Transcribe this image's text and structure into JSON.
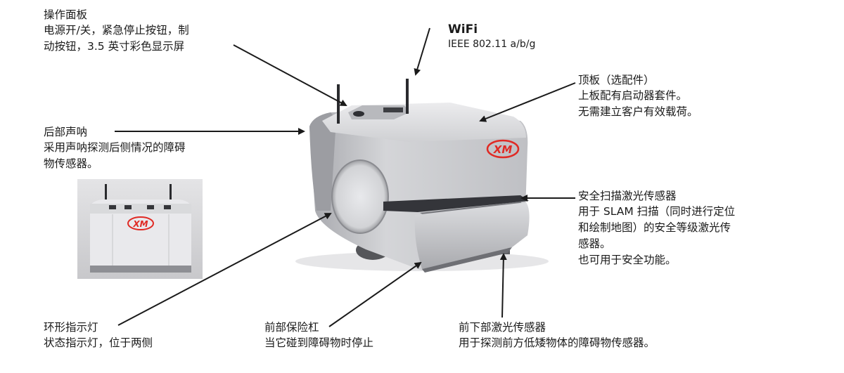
{
  "colors": {
    "text": "#1a1a1a",
    "robot_body": "#c9c9cc",
    "robot_shadow": "#8f9095",
    "logo_red": "#e02a24",
    "background": "#ffffff"
  },
  "callouts": {
    "control_panel": {
      "title": "操作面板",
      "lines": [
        "电源开/关，紧急停止按钮，制",
        "动按钮，3.5 英寸彩色显示屏"
      ]
    },
    "wifi": {
      "title": "WiFi",
      "lines": [
        "IEEE 802.11 a/b/g"
      ]
    },
    "top_plate": {
      "title": "顶板（选配件）",
      "lines": [
        "上板配有启动器套件。",
        "无需建立客户有效载荷。"
      ]
    },
    "rear_sonar": {
      "title": "后部声呐",
      "lines": [
        "采用声呐探测后侧情况的障碍",
        "物传感器。"
      ]
    },
    "safety_laser": {
      "title": "安全扫描激光传感器",
      "lines": [
        "用于 SLAM 扫描（同时进行定位",
        "和绘制地图）的安全等级激光传",
        "感器。",
        "也可用于安全功能。"
      ]
    },
    "ring_light": {
      "title": "环形指示灯",
      "lines": [
        "状态指示灯，位于两侧"
      ]
    },
    "front_bumper": {
      "title": "前部保险杠",
      "lines": [
        "当它碰到障碍物时停止"
      ]
    },
    "front_laser": {
      "title": "前下部激光传感器",
      "lines": [
        "用于探测前方低矮物体的障碍物传感器。"
      ]
    }
  },
  "robot_logo": "XM"
}
